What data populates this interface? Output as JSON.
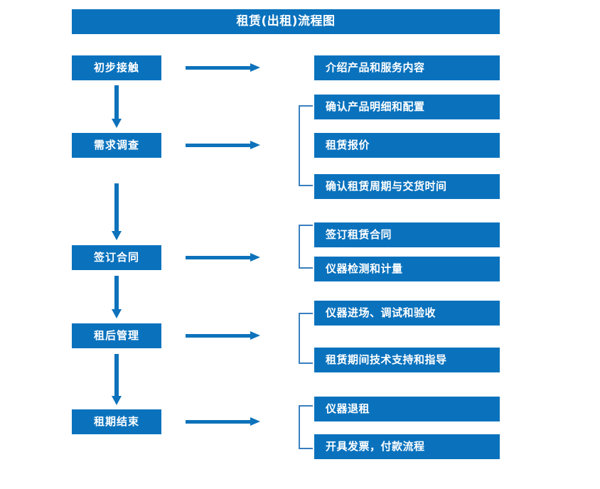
{
  "chart_data": {
    "type": "diagram",
    "title": "租赁(出租)流程图",
    "stages": [
      {
        "label": "初步接触",
        "details": [
          "介绍产品和服务内容"
        ]
      },
      {
        "label": "需求调查",
        "details": [
          "确认产品明细和配置",
          "租赁报价",
          "确认租赁周期与交货时间"
        ]
      },
      {
        "label": "签订合同",
        "details": [
          "签订租赁合同",
          "仪器检测和计量"
        ]
      },
      {
        "label": "租后管理",
        "details": [
          "仪器进场、调试和验收",
          "租赁期间技术支持和指导"
        ]
      },
      {
        "label": "租期结束",
        "details": [
          "仪器退租",
          "开具发票，付款流程"
        ]
      }
    ]
  },
  "title": {
    "text": "租赁(出租)流程图"
  },
  "stages": [
    {
      "label": "初步接触"
    },
    {
      "label": "需求调查"
    },
    {
      "label": "签订合同"
    },
    {
      "label": "租后管理"
    },
    {
      "label": "租期结束"
    }
  ],
  "details": {
    "group1": [
      {
        "label": "介绍产品和服务内容"
      }
    ],
    "group2": [
      {
        "label": "确认产品明细和配置"
      },
      {
        "label": "租赁报价"
      },
      {
        "label": "确认租赁周期与交货时间"
      }
    ],
    "group3": [
      {
        "label": "签订租赁合同"
      },
      {
        "label": "仪器检测和计量"
      }
    ],
    "group4": [
      {
        "label": "仪器进场、调试和验收"
      },
      {
        "label": "租赁期间技术支持和指导"
      }
    ],
    "group5": [
      {
        "label": "仪器退租"
      },
      {
        "label": "开具发票，付款流程"
      }
    ]
  },
  "colors": {
    "box_fill": "#0a72bd",
    "arrow": "#0d72bb",
    "bracket": "#3b7fc0",
    "text": "#ffffff",
    "background": "#ffffff"
  }
}
